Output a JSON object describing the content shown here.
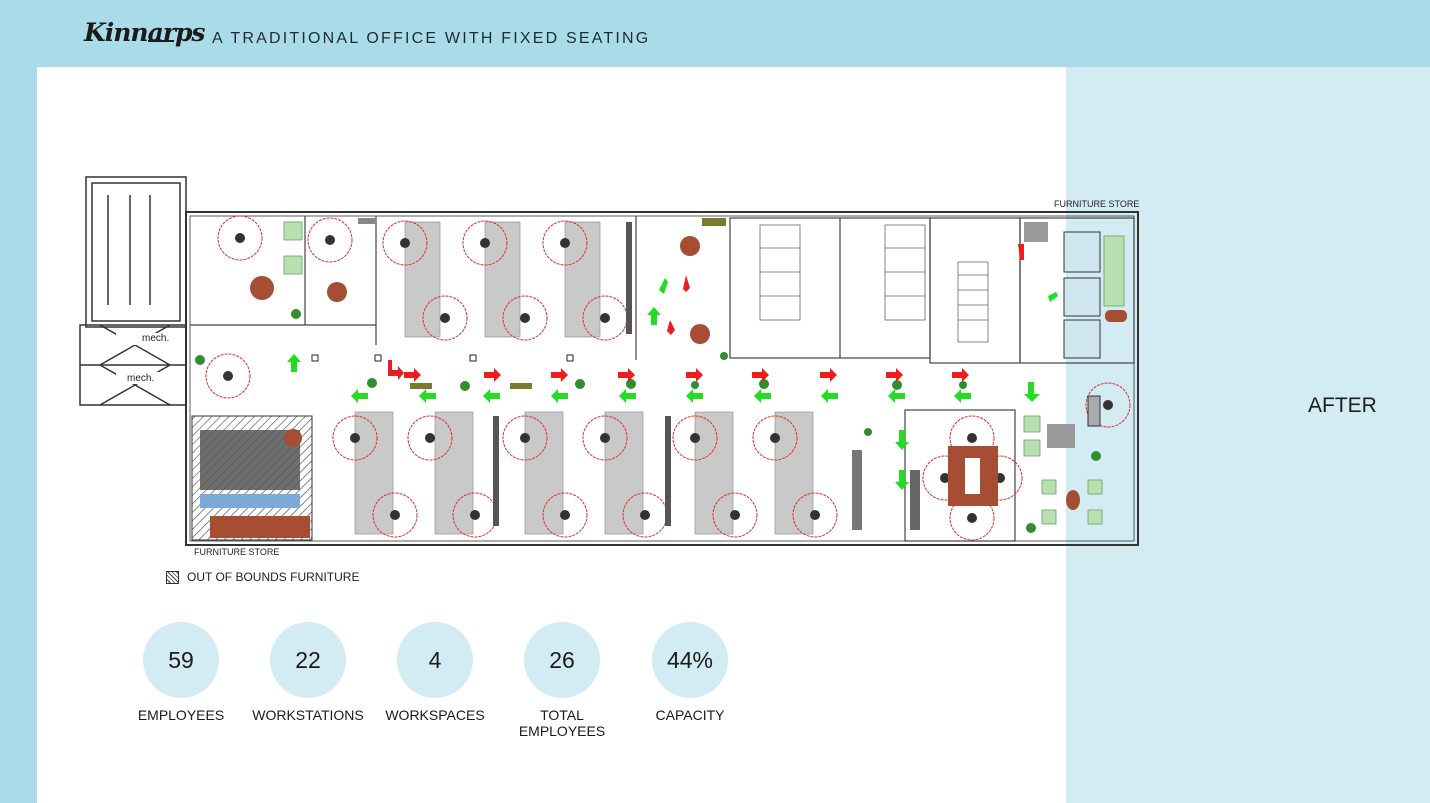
{
  "header": {
    "logo_text": "Kinnarps",
    "title": "A TRADITIONAL OFFICE WITH FIXED SEATING"
  },
  "side_panel": {
    "label": "AFTER"
  },
  "floor_plan": {
    "labels": {
      "furniture_store_top": "FURNITURE STORE",
      "furniture_store_bottom": "FURNITURE STORE",
      "mech_1": "mech.",
      "mech_2": "mech."
    }
  },
  "legend": {
    "text": "OUT OF BOUNDS FURNITURE"
  },
  "stats": [
    {
      "value": "59",
      "label": "EMPLOYEES"
    },
    {
      "value": "22",
      "label": "WORKSTATIONS"
    },
    {
      "value": "4",
      "label": "WORKSPACES"
    },
    {
      "value": "26",
      "label": "TOTAL\nEMPLOYEES"
    },
    {
      "value": "44%",
      "label": "CAPACITY"
    }
  ],
  "colors": {
    "background": "#a9dbe8",
    "panel_light": "#d3ebf2",
    "arrow_red": "#ee1c1c",
    "arrow_green": "#22dd22",
    "desk_grey": "#c9c9c9",
    "wood": "#a64e33"
  }
}
